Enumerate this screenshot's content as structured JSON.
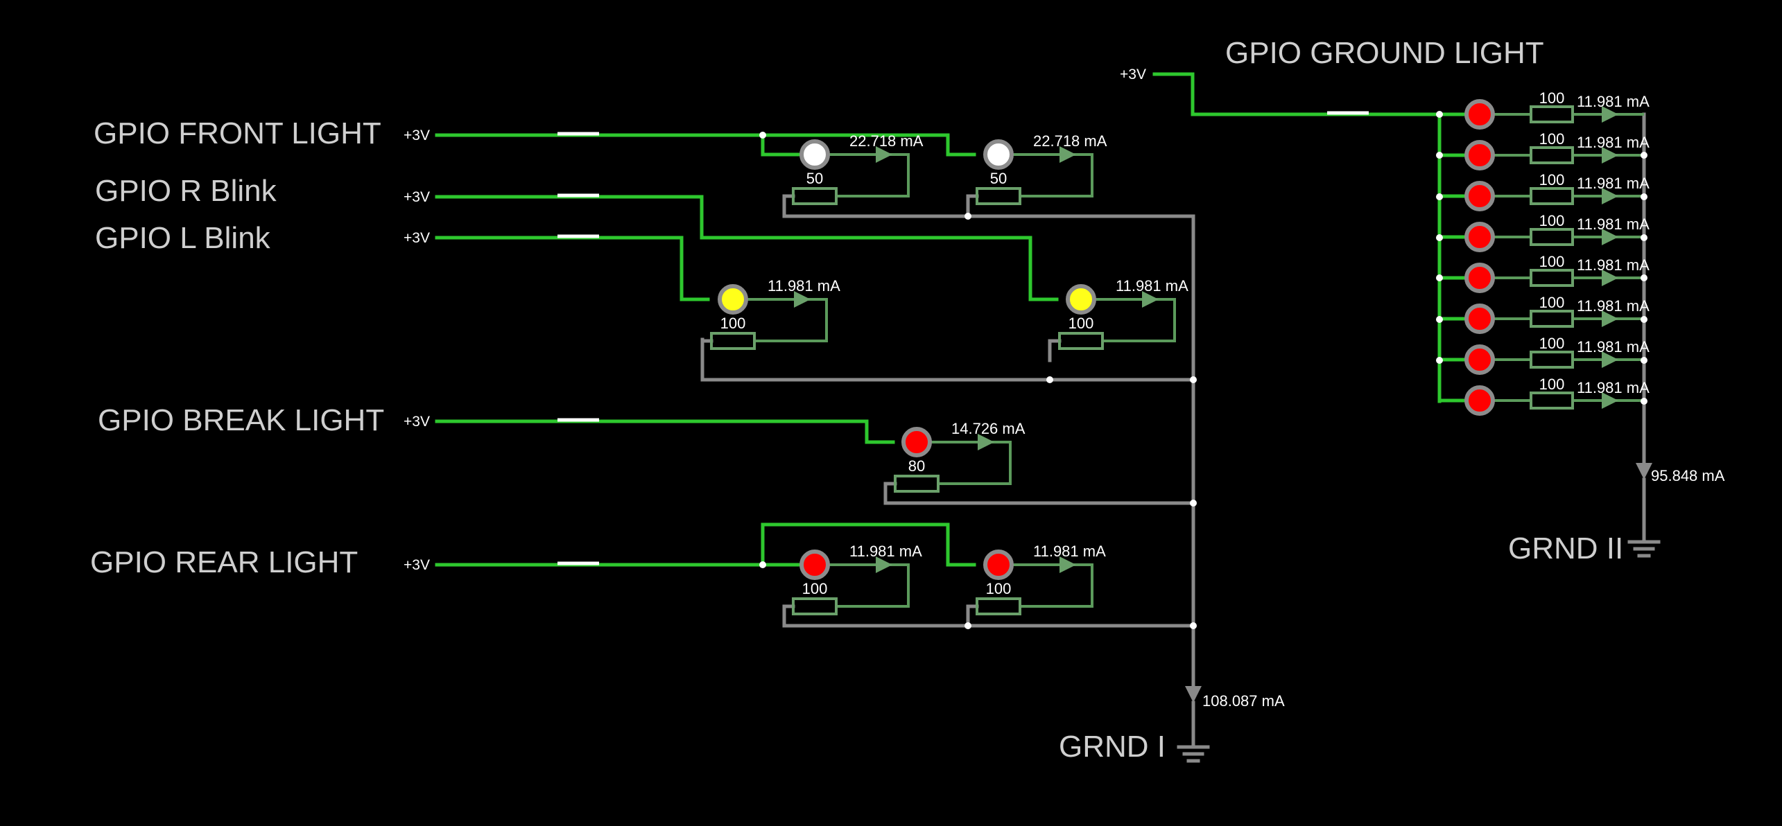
{
  "sources": {
    "front": {
      "label": "GPIO FRONT LIGHT",
      "voltage": "+3V"
    },
    "r_blink": {
      "label": "GPIO R Blink",
      "voltage": "+3V"
    },
    "l_blink": {
      "label": "GPIO L Blink",
      "voltage": "+3V"
    },
    "brake": {
      "label": "GPIO BREAK LIGHT",
      "voltage": "+3V"
    },
    "rear": {
      "label": "GPIO REAR LIGHT",
      "voltage": "+3V"
    },
    "ground": {
      "label": "GPIO GROUND LIGHT",
      "voltage": "+3V"
    }
  },
  "led_colors": {
    "white": "#ffffff",
    "yellow": "#ffff1a",
    "red": "#ff0000"
  },
  "front_leds": [
    {
      "color": "white",
      "resistance": "50",
      "current": "22.718 mA"
    },
    {
      "color": "white",
      "resistance": "50",
      "current": "22.718 mA"
    }
  ],
  "blink_leds": [
    {
      "color": "yellow",
      "resistance": "100",
      "current": "11.981 mA"
    },
    {
      "color": "yellow",
      "resistance": "100",
      "current": "11.981 mA"
    }
  ],
  "brake_led": {
    "color": "red",
    "resistance": "80",
    "current": "14.726 mA"
  },
  "rear_leds": [
    {
      "color": "red",
      "resistance": "100",
      "current": "11.981 mA"
    },
    {
      "color": "red",
      "resistance": "100",
      "current": "11.981 mA"
    }
  ],
  "ground_leds": [
    {
      "color": "red",
      "resistance": "100",
      "current": "11.981 mA"
    },
    {
      "color": "red",
      "resistance": "100",
      "current": "11.981 mA"
    },
    {
      "color": "red",
      "resistance": "100",
      "current": "11.981 mA"
    },
    {
      "color": "red",
      "resistance": "100",
      "current": "11.981 mA"
    },
    {
      "color": "red",
      "resistance": "100",
      "current": "11.981 mA"
    },
    {
      "color": "red",
      "resistance": "100",
      "current": "11.981 mA"
    },
    {
      "color": "red",
      "resistance": "100",
      "current": "11.981 mA"
    },
    {
      "color": "red",
      "resistance": "100",
      "current": "11.981 mA"
    }
  ],
  "grounds": {
    "g1": {
      "label": "GRND I",
      "current": "108.087 mA"
    },
    "g2": {
      "label": "GRND II",
      "current": "95.848 mA"
    }
  }
}
